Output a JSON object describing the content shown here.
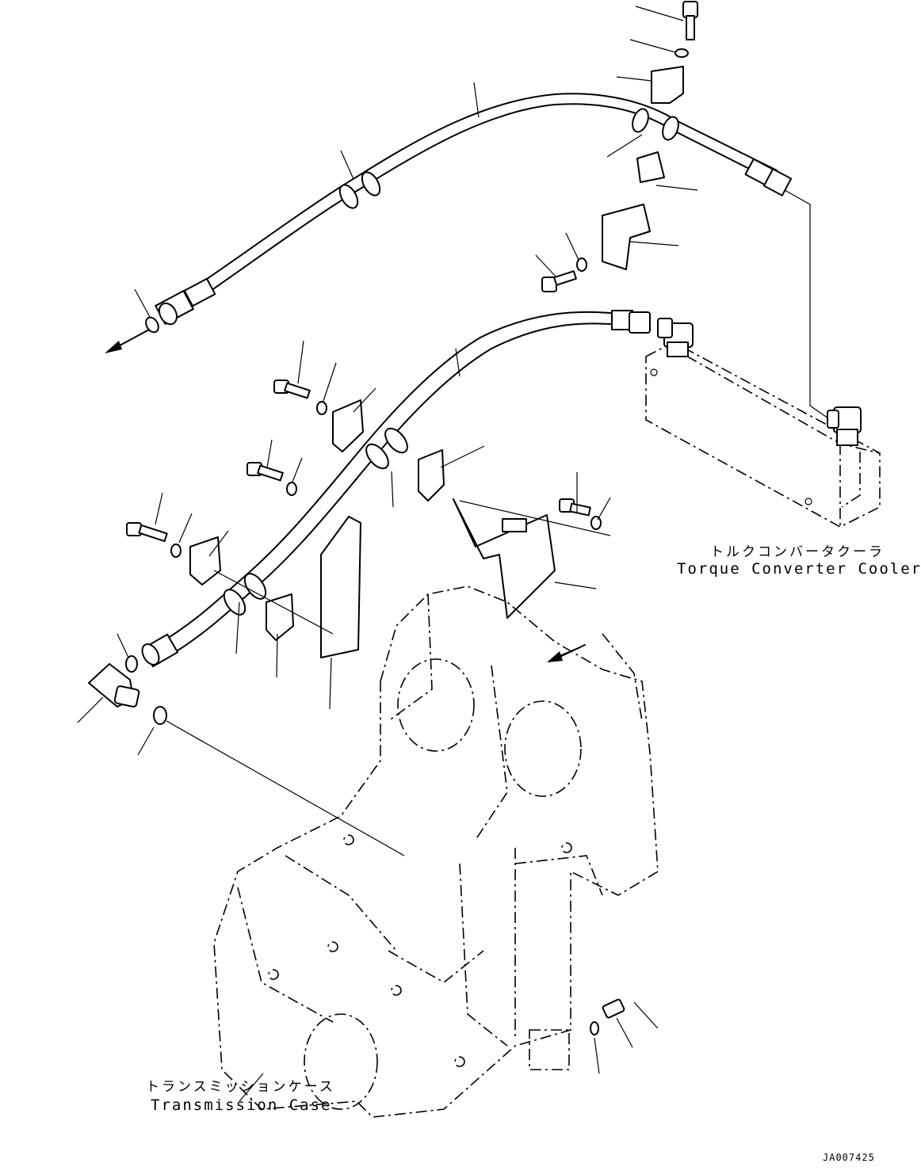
{
  "labels": {
    "torque_converter_cooler_jp": "トルクコンバータクーラ",
    "torque_converter_cooler_en": "Torque Converter Cooler",
    "transmission_case_jp": "トランスミッションケース",
    "transmission_case_en": "Transmission Case"
  },
  "figure_number": "JA007425",
  "icons": {
    "flow_arrow": "arrow-icon",
    "hose": "hose-icon",
    "bolt": "bolt-icon",
    "washer": "washer-icon",
    "clamp": "clamp-icon",
    "bracket": "bracket-icon",
    "elbow": "elbow-fitting-icon",
    "o_ring": "o-ring-icon"
  },
  "colors": {
    "ink": "#000000",
    "paper": "#ffffff"
  }
}
